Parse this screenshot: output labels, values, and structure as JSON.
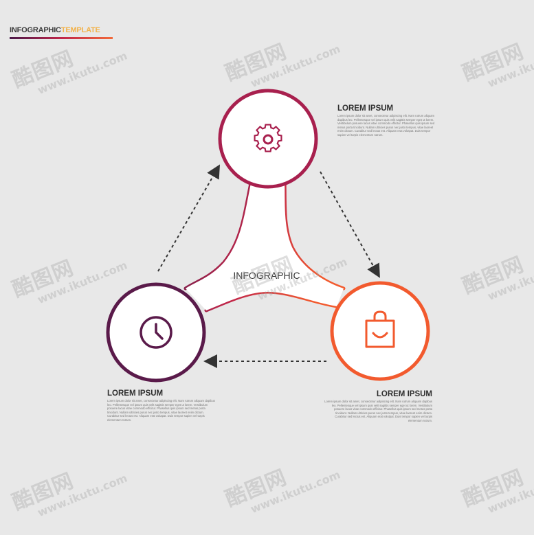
{
  "header": {
    "title_part1": "INFOGRAPHIC",
    "title_part2": "TEMPLATE"
  },
  "center_label": "INFOGRAPHIC",
  "nodes": [
    {
      "id": "top",
      "icon": "gear-icon",
      "color": "#a8204e"
    },
    {
      "id": "bottom-left",
      "icon": "clock-icon",
      "color": "#5a1a4a"
    },
    {
      "id": "bottom-right",
      "icon": "shopping-bag-icon",
      "color": "#f25a2e"
    }
  ],
  "blocks": {
    "top": {
      "title": "LOREM IPSUM",
      "body": "Lorem ipsum dolor sit amet, consectetur adipiscing elit. Nam rutrum aliquam dapibus leo. Pellentesque vel ipsum quis velit sagittis semper eget ut lorem. Vestibulum posuere lacus vitae commodo efficitur. Phasellus quis ipsum sed metus porta tincidunt. Nullam ultricies purus nec justo tempus, vitae laoreet enim dictum. Curabitur sed lectus est. Aliquam erat volutpat. Duis tempor sapien vel turpis elementum rutrum."
    },
    "bottom_left": {
      "title": "LOREM IPSUM",
      "body": "Lorem ipsum dolor sit amet, consectetur adipiscing elit. Nam rutrum aliquam dapibus leo. Pellentesque vel ipsum quis velit sagittis semper eget ut lorem. Vestibulum posuere lacus vitae commodo efficitur. Phasellus quis ipsum sed metus porta tincidunt. Nullam ultricies purus nec justo tempus, vitae laoreet enim dictum. Curabitur sed lectus est. Aliquam erat volutpat. Duis tempor sapien vel turpis elementum rutrum."
    },
    "bottom_right": {
      "title": "LOREM IPSUM",
      "body": "Lorem ipsum dolor sit amet, consectetur adipiscing elit. Nam rutrum aliquam dapibus leo. Pellentesque vel ipsum quis velit sagittis semper eget ut lorem. Vestibulum posuere lacus vitae commodo efficitur. Phasellus quis ipsum sed metus porta tincidunt. Nullam ultricies purus nec justo tempus, vitae laoreet enim dictum. Curabitur sed lectus est. Aliquam erat volutpat. Duis tempor sapien vel turpis elementum rutrum."
    }
  },
  "watermark": {
    "brand": "酷图网",
    "url": "www.ikutu.com"
  },
  "colors": {
    "background": "#e8e8e8",
    "purple": "#5a1a4a",
    "crimson": "#a8204e",
    "orange": "#f25a2e",
    "arrow": "#333333"
  }
}
